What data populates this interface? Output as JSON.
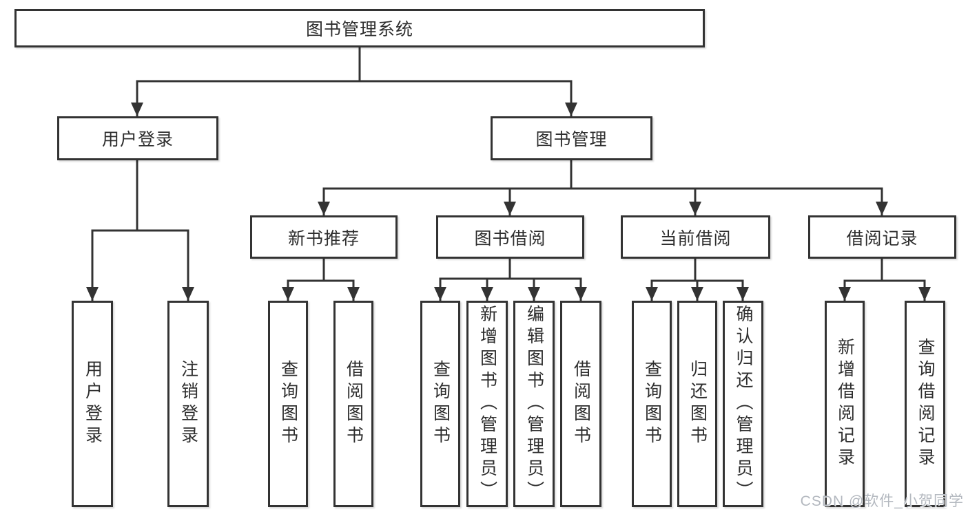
{
  "diagram": {
    "title": "图书管理系统",
    "colors": {
      "line": "#333333",
      "border": "#333333",
      "text": "#2e2e2e",
      "background": "#ffffff",
      "watermark_text": "#b3b8bf"
    },
    "tree": {
      "root": {
        "label": "图书管理系统"
      },
      "branches": [
        {
          "label": "用户登录",
          "children": [
            "用户登录",
            "注销登录"
          ]
        },
        {
          "label": "图书管理",
          "groups": [
            {
              "label": "新书推荐",
              "children": [
                "查询图书",
                "借阅图书"
              ]
            },
            {
              "label": "图书借阅",
              "children": [
                "查询图书",
                "新增图书（管理员）",
                "编辑图书（管理员）",
                "借阅图书"
              ]
            },
            {
              "label": "当前借阅",
              "children": [
                "查询图书",
                "归还图书",
                "确认归还（管理员）"
              ]
            },
            {
              "label": "借阅记录",
              "children": [
                "新增借阅记录",
                "查询借阅记录"
              ]
            }
          ]
        }
      ]
    }
  },
  "watermark": {
    "text": "CSDN @软件_小贺同学"
  }
}
